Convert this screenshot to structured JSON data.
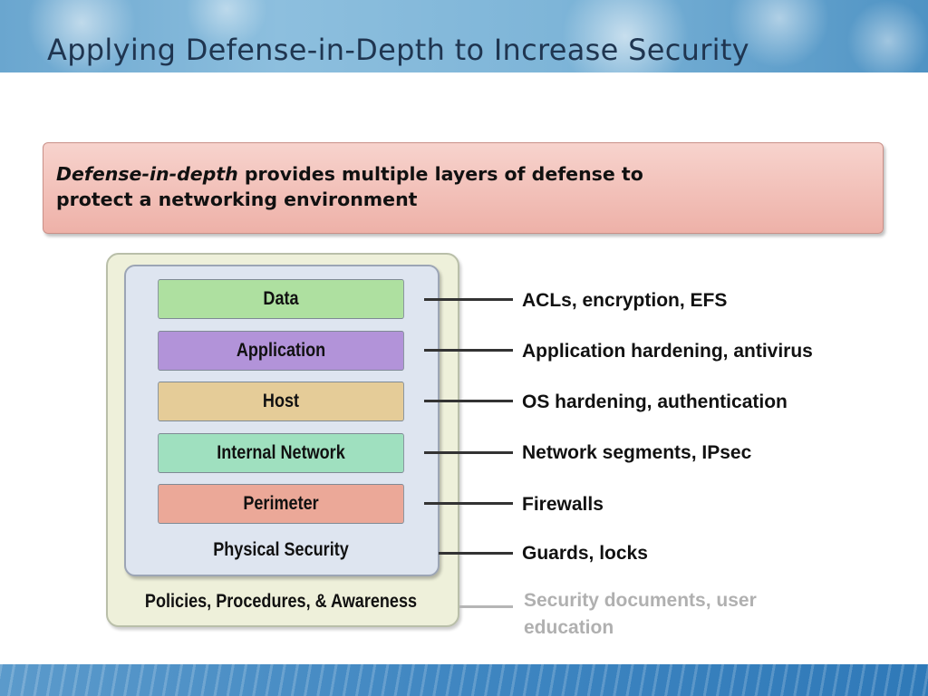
{
  "slide": {
    "title": "Applying Defense-in-Depth to Increase Security"
  },
  "callout": {
    "emphasis": "Defense-in-depth",
    "rest_line1": " provides multiple layers of defense to",
    "rest_line2": "protect a networking environment"
  },
  "layers": [
    {
      "label": "Data",
      "color": "#aee0a0",
      "description": "ACLs, encryption, EFS"
    },
    {
      "label": "Application",
      "color": "#b293d9",
      "description": "Application hardening, antivirus"
    },
    {
      "label": "Host",
      "color": "#e5cc98",
      "description": "OS hardening, authentication"
    },
    {
      "label": "Internal Network",
      "color": "#9fe0bf",
      "description": "Network segments, IPsec"
    },
    {
      "label": "Perimeter",
      "color": "#eba898",
      "description": "Firewalls"
    }
  ],
  "physical": {
    "label": "Physical Security",
    "description": "Guards, locks"
  },
  "policies": {
    "label": "Policies, Procedures, & Awareness",
    "description": "Security documents, user education"
  },
  "colors": {
    "header": "#6aa6cf",
    "title_text": "#1f3550",
    "callout_bg": "#f2beb6",
    "outer_box": "#eef0da",
    "inner_box": "#dee5f0",
    "connector": "#333333",
    "muted_text": "#b0b0b0"
  }
}
